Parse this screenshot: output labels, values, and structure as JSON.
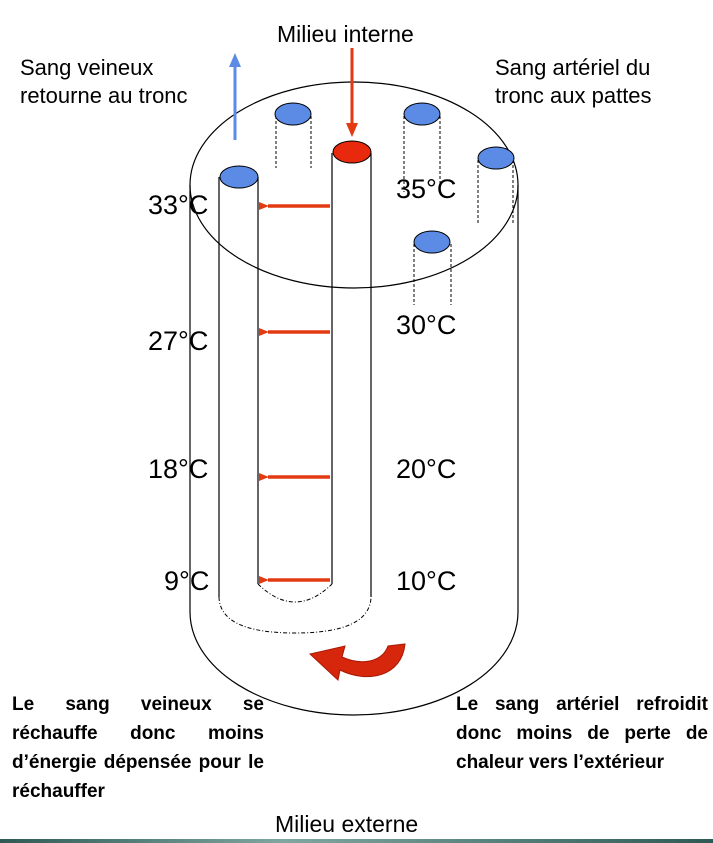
{
  "labels": {
    "top": "Milieu interne",
    "bottom": "Milieu externe",
    "left_top": "Sang veineux\nretourne au tronc",
    "right_top": "Sang artériel du\ntronc aux pattes"
  },
  "temperatures": {
    "venous": [
      "33°C",
      "27°C",
      "18°C",
      "9°C"
    ],
    "arterial": [
      "35°C",
      "30°C",
      "20°C",
      "10°C"
    ]
  },
  "captions": {
    "left": "Le sang veineux se réchauffe donc moins d’énergie dépensée pour le réchauffer",
    "right": "Le sang artériel refroidit donc moins de perte de chaleur vers l’extérieur"
  },
  "colors": {
    "artery": "#e8290e",
    "vein": "#5b8be5",
    "arrow_up": "#5b8be5",
    "heat_arrow": "#e33a12",
    "curved_arrow": "#d6260b"
  }
}
